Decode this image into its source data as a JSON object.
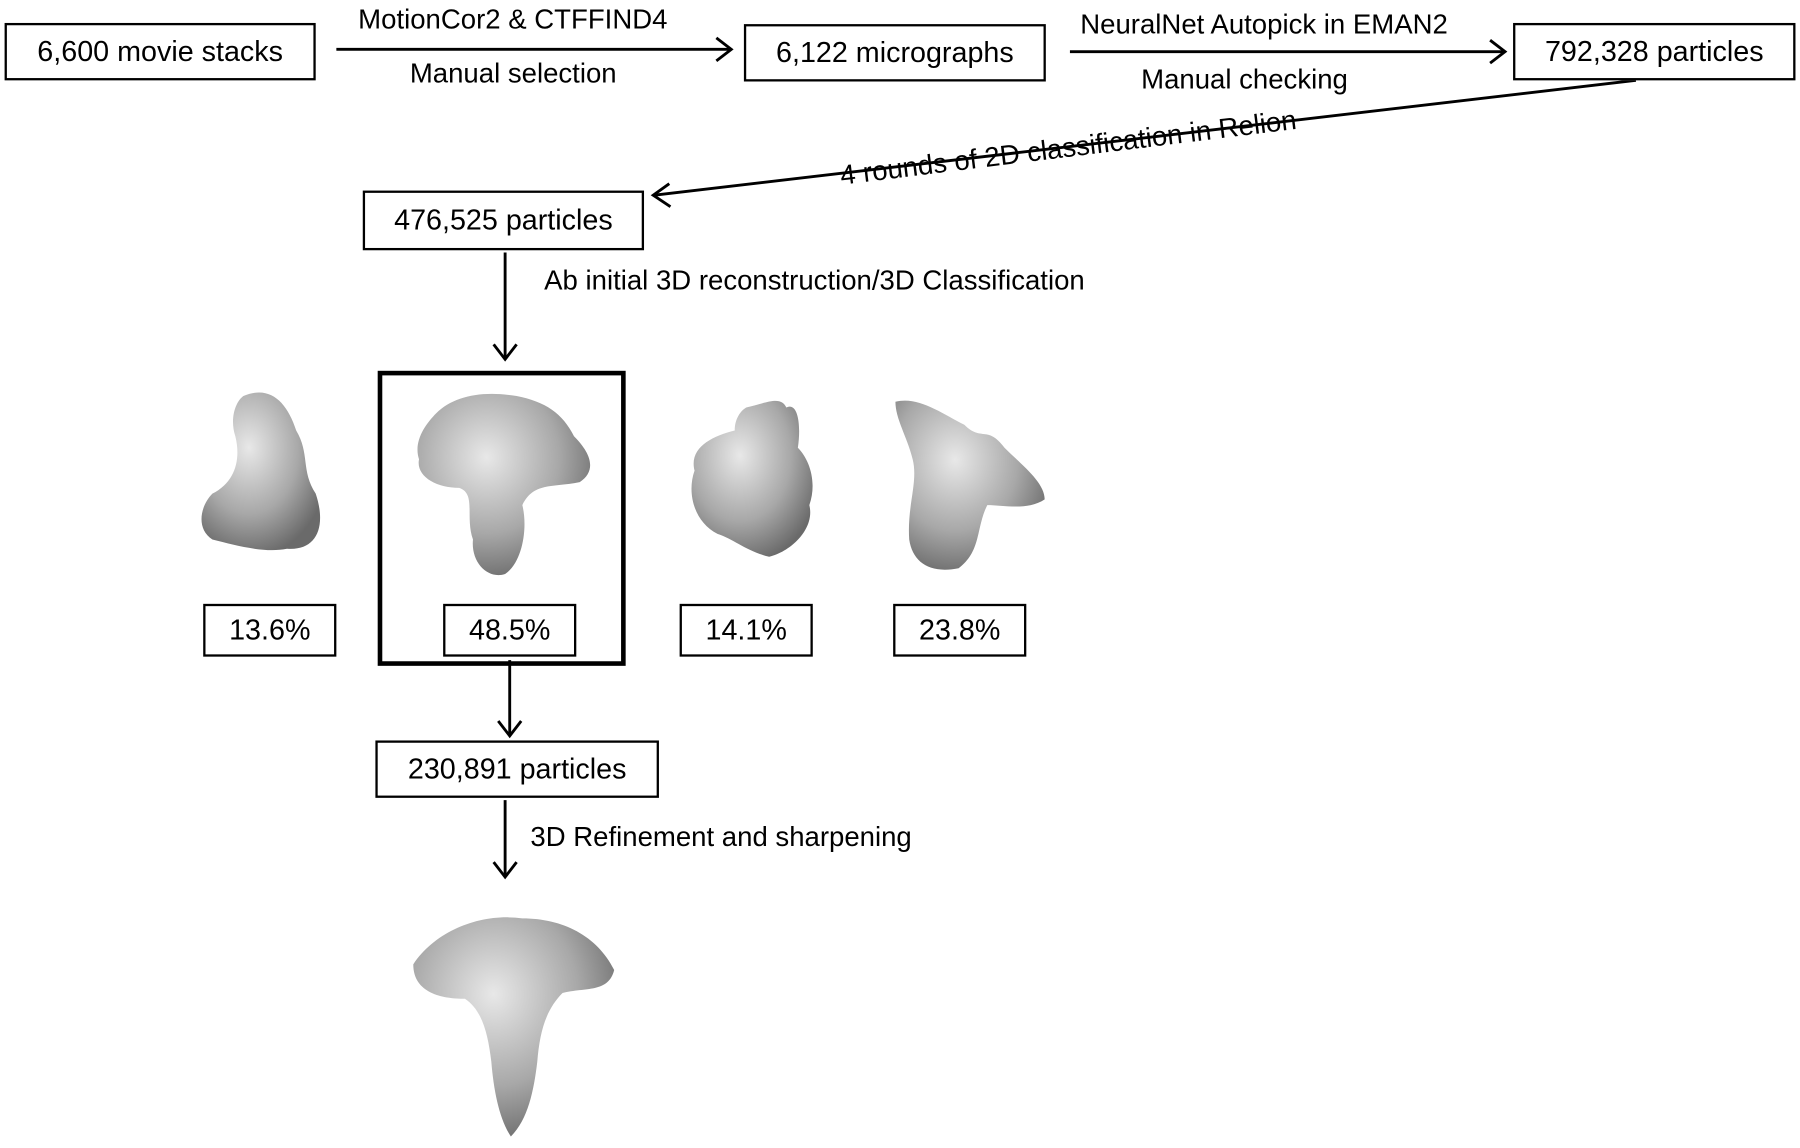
{
  "boxes": {
    "movies": "6,600 movie stacks",
    "micrographs": "6,122 micrographs",
    "particles_picked": "792,328 particles",
    "particles_2d": "476,525 particles",
    "particles_final": "230,891 particles"
  },
  "steps": {
    "motion_top": "MotionCor2 & CTFFIND4",
    "motion_bottom": "Manual selection",
    "pick_top": "NeuralNet Autopick in EMAN2",
    "pick_bottom": "Manual checking",
    "class2d": "4 rounds of 2D classification in Relion",
    "class3d": "Ab initial 3D reconstruction/3D Classification",
    "refine": "3D Refinement and sharpening"
  },
  "classes": [
    {
      "percent": "13.6%",
      "selected": false
    },
    {
      "percent": "48.5%",
      "selected": true
    },
    {
      "percent": "14.1%",
      "selected": false
    },
    {
      "percent": "23.8%",
      "selected": false
    }
  ]
}
